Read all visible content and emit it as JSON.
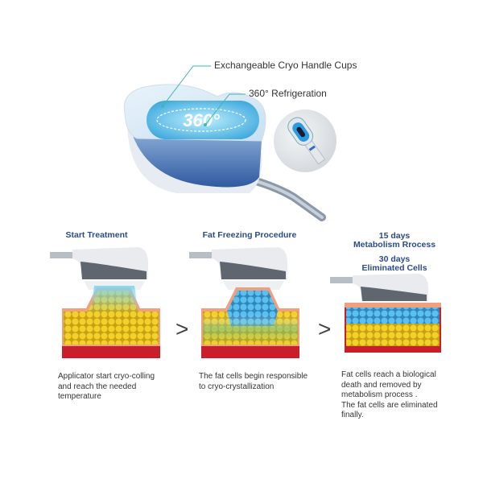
{
  "hero": {
    "callout_cups": "Exchangeable Cryo Handle Cups",
    "callout_refrigeration": "360° Refrigeration",
    "badge_text": "360°"
  },
  "steps": [
    {
      "title": "Start Treatment",
      "description": [
        "Applicator start cryo-colling",
        "and reach the needed",
        "temperature"
      ]
    },
    {
      "title": "Fat Freezing Procedure",
      "description": [
        "The fat cells begin responsible",
        "to cryo-crystallization"
      ]
    },
    {
      "title_lines": [
        "15 days",
        "Metabolism Rrocess",
        "30 days",
        "Eliminated Cells"
      ],
      "description": [
        "Fat cells reach a biological",
        "death and removed by",
        "metabolism process .",
        "The fat cells are eliminated",
        "finally."
      ]
    }
  ],
  "arrows": [
    ">",
    ">"
  ],
  "colors": {
    "title_blue": "#2a4a8a",
    "callout_line": "#3cb8b0",
    "fat_yellow": "#e8c21a",
    "frozen_blue": "#4fb3e8",
    "skin_red": "#c8202a",
    "handle_gray": "#5f6670"
  }
}
